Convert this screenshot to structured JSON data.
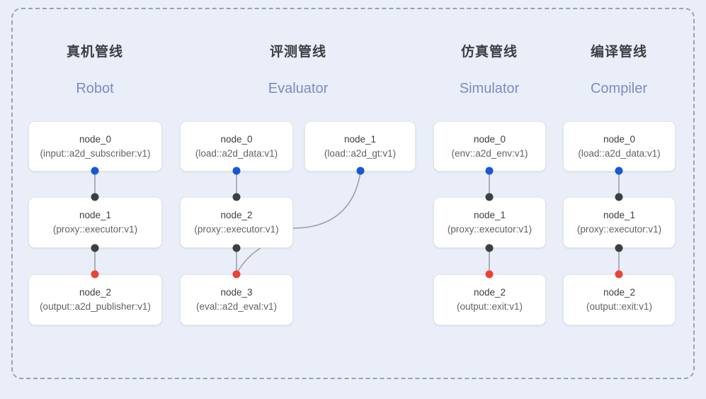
{
  "diagram": {
    "background_color": "#e9eef8",
    "frame_border_color": "#9aa2ad",
    "port_colors": {
      "input": "#1a56d6",
      "internal": "#3c4043",
      "output": "#ea4335"
    },
    "edge_color": "#9aa0a6",
    "title_cn_color": "#3c4043",
    "title_en_color": "#7a8cc4"
  },
  "columns": [
    {
      "id": "robot",
      "title_cn": "真机管线",
      "title_en": "Robot",
      "nodes": [
        {
          "name": "node_0",
          "type": "(input::a2d_subscriber:v1)"
        },
        {
          "name": "node_1",
          "type": "(proxy::executor:v1)"
        },
        {
          "name": "node_2",
          "type": "(output::a2d_publisher:v1)"
        }
      ]
    },
    {
      "id": "evaluator",
      "title_cn": "评测管线",
      "title_en": "Evaluator",
      "nodes": [
        {
          "name": "node_0",
          "type": "(load::a2d_data:v1)"
        },
        {
          "name": "node_1",
          "type": "(load::a2d_gt:v1)"
        },
        {
          "name": "node_2",
          "type": "(proxy::executor:v1)"
        },
        {
          "name": "node_3",
          "type": "(eval::a2d_eval:v1)"
        }
      ]
    },
    {
      "id": "simulator",
      "title_cn": "仿真管线",
      "title_en": "Simulator",
      "nodes": [
        {
          "name": "node_0",
          "type": "(env::a2d_env:v1)"
        },
        {
          "name": "node_1",
          "type": "(proxy::executor:v1)"
        },
        {
          "name": "node_2",
          "type": "(output::exit:v1)"
        }
      ]
    },
    {
      "id": "compiler",
      "title_cn": "编译管线",
      "title_en": "Compiler",
      "nodes": [
        {
          "name": "node_0",
          "type": "(load::a2d_data:v1)"
        },
        {
          "name": "node_1",
          "type": "(proxy::executor:v1)"
        },
        {
          "name": "node_2",
          "type": "(output::exit:v1)"
        }
      ]
    }
  ]
}
